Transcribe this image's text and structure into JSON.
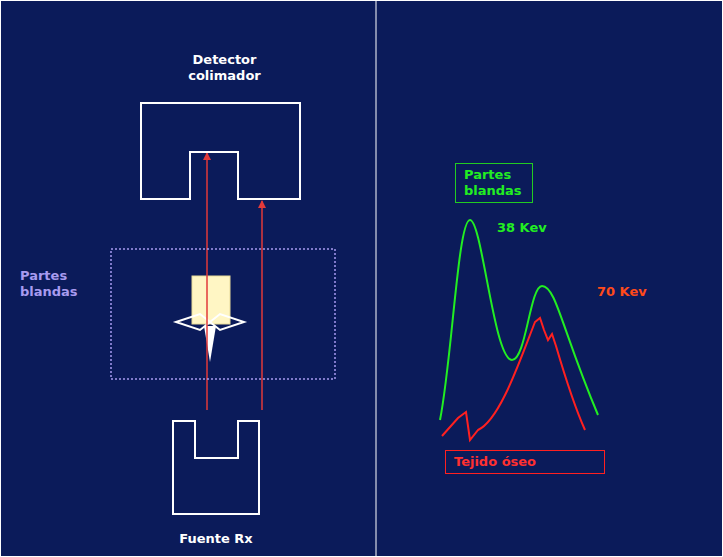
{
  "diagram": {
    "nodes": [
      {
        "text": [
          "Detector colimador"
        ]
      },
      {
        "text": [
          "Partes blandas"
        ]
      },
      {
        "text": [
          "Fuente Rx"
        ]
      },
      {
        "text": [
          "Partes blandas"
        ]
      },
      {
        "text": [
          "Tejido óseo"
        ]
      }
    ],
    "edges": [
      {
        "from": 2,
        "to": 0,
        "arrow": "to"
      },
      {
        "from": 2,
        "to": 0,
        "arrow": "to"
      }
    ],
    "labels": [
      "38 Kev",
      "70 Kev"
    ]
  }
}
